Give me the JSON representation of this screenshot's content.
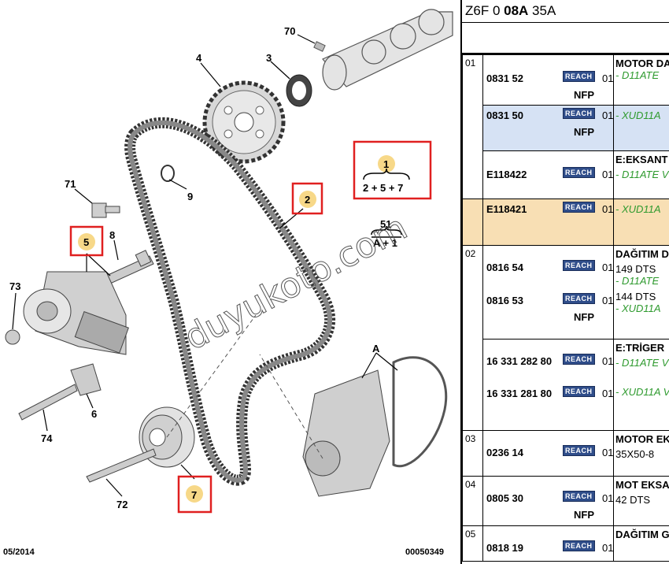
{
  "diagram": {
    "callouts": [
      "70",
      "4",
      "3",
      "1",
      "2 + 5 + 7",
      "71",
      "9",
      "2",
      "51",
      "A + 1",
      "5",
      "8",
      "73",
      "A",
      "6",
      "74",
      "7",
      "72"
    ],
    "watermark": "duyukoto.com",
    "date": "05/2014",
    "figure_number": "00050349"
  },
  "panel": {
    "header_prefix": "Z6F 0 ",
    "header_bold": "08A",
    "header_suffix": " 35A",
    "reach_label": "REACH",
    "nfp_label": "NFP",
    "groups": [
      {
        "num": "01",
        "title": "MOTOR DA",
        "refs": [
          "0831 52",
          "0831 50"
        ],
        "qtys": [
          "01",
          "01"
        ],
        "lines": [
          "- D11ATE",
          "- XUD11A"
        ]
      },
      {
        "num": "",
        "title": "E:EKSANT",
        "refs": [
          "E118422"
        ],
        "qtys": [
          "01"
        ],
        "lines": [
          "- D11ATE V"
        ]
      },
      {
        "num": "",
        "title": "",
        "refs": [
          "E118421"
        ],
        "qtys": [
          "01"
        ],
        "lines": [
          "- XUD11A"
        ]
      },
      {
        "num": "02",
        "title": "DAĞITIM D",
        "refs": [
          "0816 54",
          "0816 53"
        ],
        "qtys": [
          "01",
          "01"
        ],
        "lines": [
          "149 DTS",
          "- D11ATE",
          "144 DTS",
          "- XUD11A"
        ]
      },
      {
        "num": "",
        "title": "E:TRİGER",
        "refs": [
          "16 331 282 80",
          "16 331 281 80"
        ],
        "qtys": [
          "01",
          "01"
        ],
        "lines": [
          "- D11ATE V",
          "- XUD11A V"
        ]
      },
      {
        "num": "03",
        "title": "MOTOR EK",
        "refs": [
          "0236 14"
        ],
        "qtys": [
          "01"
        ],
        "lines": [
          "35X50-8"
        ]
      },
      {
        "num": "04",
        "title": "MOT EKSA",
        "refs": [
          "0805 30"
        ],
        "qtys": [
          "01"
        ],
        "lines": [
          "42 DTS"
        ]
      },
      {
        "num": "05",
        "title": "DAĞITIM G",
        "refs": [
          "0818 19"
        ],
        "qtys": [
          "01"
        ],
        "lines": []
      }
    ]
  }
}
